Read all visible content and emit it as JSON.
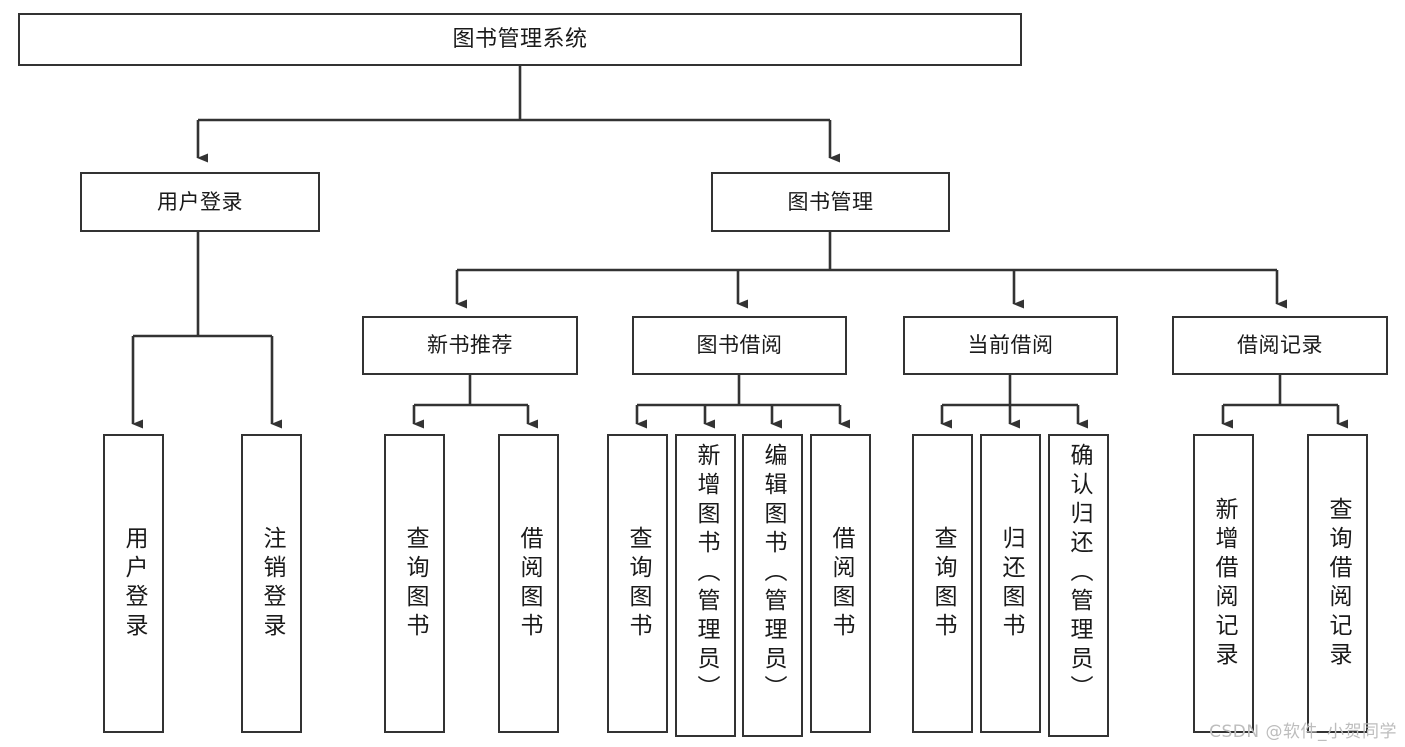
{
  "diagram": {
    "title": "图书管理系统",
    "type": "tree",
    "watermark": "CSDN @软件_小贺同学",
    "colors": {
      "box_border": "#333333",
      "box_fill": "#ffffff",
      "edge": "#333333",
      "text": "#1a1a1a",
      "watermark": "#bdbdbd"
    },
    "nodes": {
      "root": {
        "label": "图书管理系统"
      },
      "level1": [
        {
          "label": "用户登录"
        },
        {
          "label": "图书管理"
        }
      ],
      "level2": [
        {
          "label": "新书推荐"
        },
        {
          "label": "图书借阅"
        },
        {
          "label": "当前借阅"
        },
        {
          "label": "借阅记录"
        }
      ],
      "leaves": {
        "user_login": [
          {
            "label": "用户登录"
          },
          {
            "label": "注销登录"
          }
        ],
        "new_book_recommend": [
          {
            "label": "查询图书"
          },
          {
            "label": "借阅图书"
          }
        ],
        "book_borrow": [
          {
            "label": "查询图书"
          },
          {
            "label": "新增图书（管理员）"
          },
          {
            "label": "编辑图书（管理员）"
          },
          {
            "label": "借阅图书"
          }
        ],
        "current_borrow": [
          {
            "label": "查询图书"
          },
          {
            "label": "归还图书"
          },
          {
            "label": "确认归还（管理员）"
          }
        ],
        "borrow_record": [
          {
            "label": "新增借阅记录"
          },
          {
            "label": "查询借阅记录"
          }
        ]
      }
    }
  }
}
